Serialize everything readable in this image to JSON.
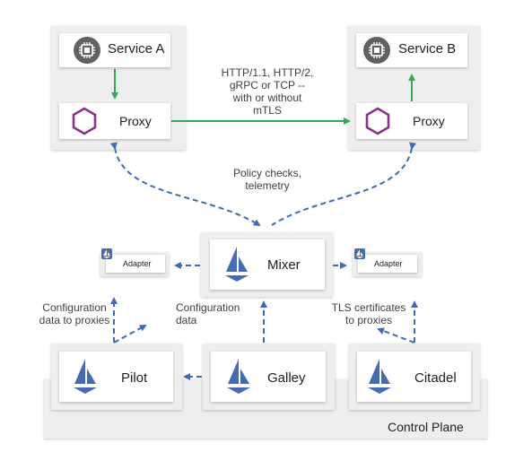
{
  "services": {
    "service_a": {
      "label": "Service A",
      "icon": "chip-icon"
    },
    "service_b": {
      "label": "Service B",
      "icon": "chip-icon"
    },
    "proxy_a": {
      "label": "Proxy",
      "icon": "hexagon-icon"
    },
    "proxy_b": {
      "label": "Proxy",
      "icon": "hexagon-icon"
    }
  },
  "edges": {
    "proxy_link": [
      "HTTP/1.1, HTTP/2,",
      "gRPC or TCP --",
      "with or without",
      "mTLS"
    ],
    "policy": [
      "Policy checks,",
      "telemetry"
    ],
    "config_proxies": [
      "Configuration",
      "data to proxies"
    ],
    "config_data": [
      "Configuration",
      "data"
    ],
    "tls": [
      "TLS certificates",
      "to proxies"
    ]
  },
  "mixer": {
    "label": "Mixer",
    "icon": "sail-icon"
  },
  "adapters": {
    "left": "Adapter",
    "right": "Adapter",
    "icon": "sail-icon"
  },
  "control_plane": {
    "title": "Control Plane",
    "pilot": "Pilot",
    "galley": "Galley",
    "citadel": "Citadel",
    "icon": "sail-icon"
  },
  "colors": {
    "green_arrow": "#34a853",
    "blue_dashed": "#3f6ab5",
    "hexagon": "#8e2f8b",
    "sail": "#466bb0",
    "chip_circle": "#616161",
    "panel": "#eeeeee"
  }
}
